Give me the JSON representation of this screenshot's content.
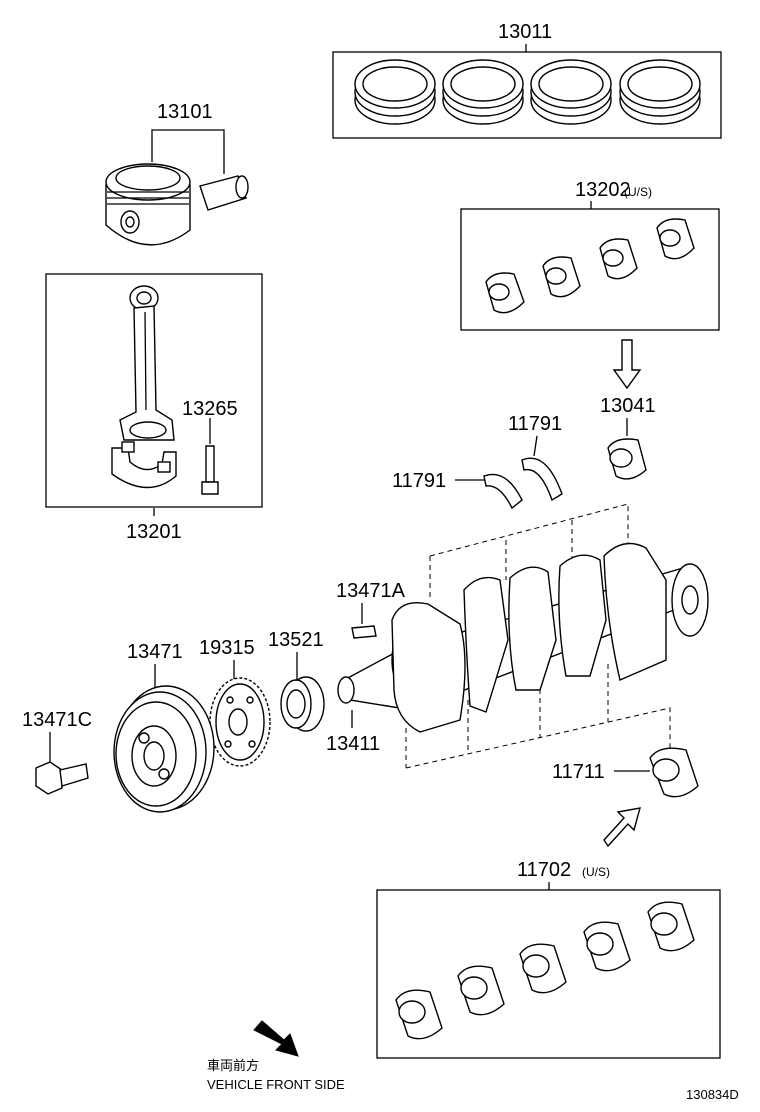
{
  "parts": {
    "p13011": "13011",
    "p13101": "13101",
    "p13202": "13202",
    "p13202_us": "(U/S)",
    "p13265": "13265",
    "p13201": "13201",
    "p11791a": "11791",
    "p11791b": "11791",
    "p13041": "13041",
    "p13471a": "13471A",
    "p13521": "13521",
    "p19315": "19315",
    "p13471": "13471",
    "p13471c": "13471C",
    "p13411": "13411",
    "p11711": "11711",
    "p11702": "11702",
    "p11702_us": "(U/S)"
  },
  "footer": {
    "front_jp": "車両前方",
    "front_en": "VEHICLE FRONT SIDE",
    "diagram_id": "130834D"
  }
}
